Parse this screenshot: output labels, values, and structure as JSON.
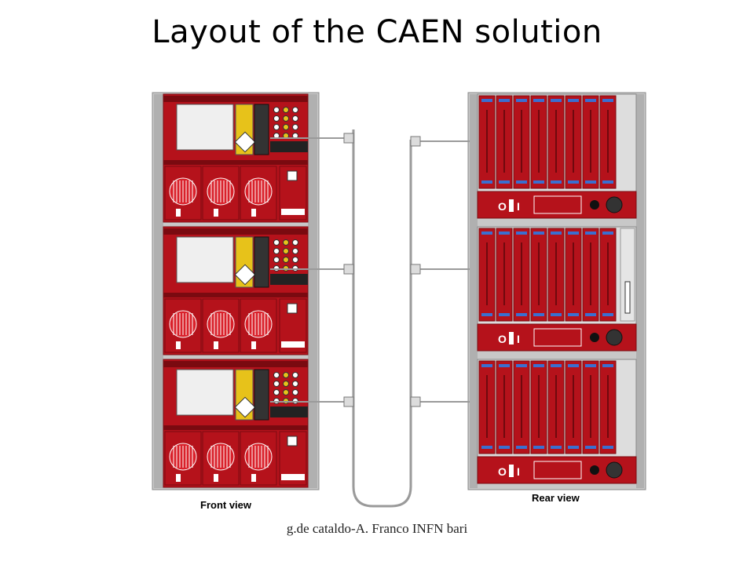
{
  "title": "Layout of the CAEN solution",
  "front_label": "Front view",
  "rear_label": "Rear view",
  "footer": "g.de cataldo-A. Franco INFN bari",
  "rear_switch_off": "O",
  "rear_switch_on": "I",
  "colors": {
    "crate_red": "#b5121b",
    "crate_dark_red": "#7a0a10",
    "rack_gray": "#c8c8c8",
    "cable": "#9a9a9a",
    "screen": "#efefef",
    "accent_yellow": "#e7c21a"
  },
  "front_crates_count": 3,
  "rear_crates_count": 3
}
